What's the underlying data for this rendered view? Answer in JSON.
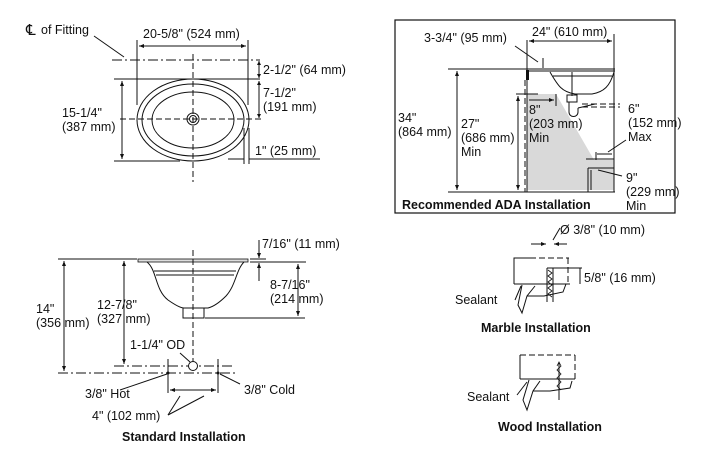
{
  "top_view": {
    "centerline_label": "of Fitting",
    "centerline_symbol": "℄",
    "width": "20-5/8\" (524 mm)",
    "offset_to_fitting": "2-1/2\" (64 mm)",
    "half_depth_line1": "7-1/2\"",
    "half_depth_line2": "(191 mm)",
    "depth_line1": "15-1/4\"",
    "depth_line2": "(387 mm)",
    "rim": "1\" (25 mm)"
  },
  "ada": {
    "title": "Recommended ADA Installation",
    "setback": "3-3/4\" (95 mm)",
    "counter_depth": "24\" (610 mm)",
    "counter_height_line1": "34\"",
    "counter_height_line2": "(864 mm)",
    "knee_height_line1": "27\"",
    "knee_height_line2": "(686 mm)",
    "knee_height_line3": "Min",
    "knee_depth_line1": "8\"",
    "knee_depth_line2": "(203 mm)",
    "knee_depth_line3": "Min",
    "toe_depth_line1": "6\"",
    "toe_depth_line2": "(152 mm)",
    "toe_depth_line3": "Max",
    "toe_height_line1": "9\"",
    "toe_height_line2": "(229 mm)",
    "toe_height_line3": "Min",
    "fill_color": "#d9d9d9"
  },
  "standard": {
    "title": "Standard Installation",
    "rim_thickness": "7/16\" (11 mm)",
    "bowl_depth_line1": "8-7/16\"",
    "bowl_depth_line2": "(214 mm)",
    "supply_height_line1": "14\"",
    "supply_height_line2": "(356 mm)",
    "drain_height_line1": "12-7/8\"",
    "drain_height_line2": "(327 mm)",
    "drain_od": "1-1/4\" OD",
    "hot": "3/8\" Hot",
    "cold": "3/8\" Cold",
    "spacing": "4\" (102 mm)"
  },
  "marble": {
    "title": "Marble Installation",
    "hole_dia": "Ø 3/8\" (10 mm)",
    "hole_depth": "5/8\" (16 mm)",
    "sealant": "Sealant"
  },
  "wood": {
    "title": "Wood Installation",
    "sealant": "Sealant"
  }
}
